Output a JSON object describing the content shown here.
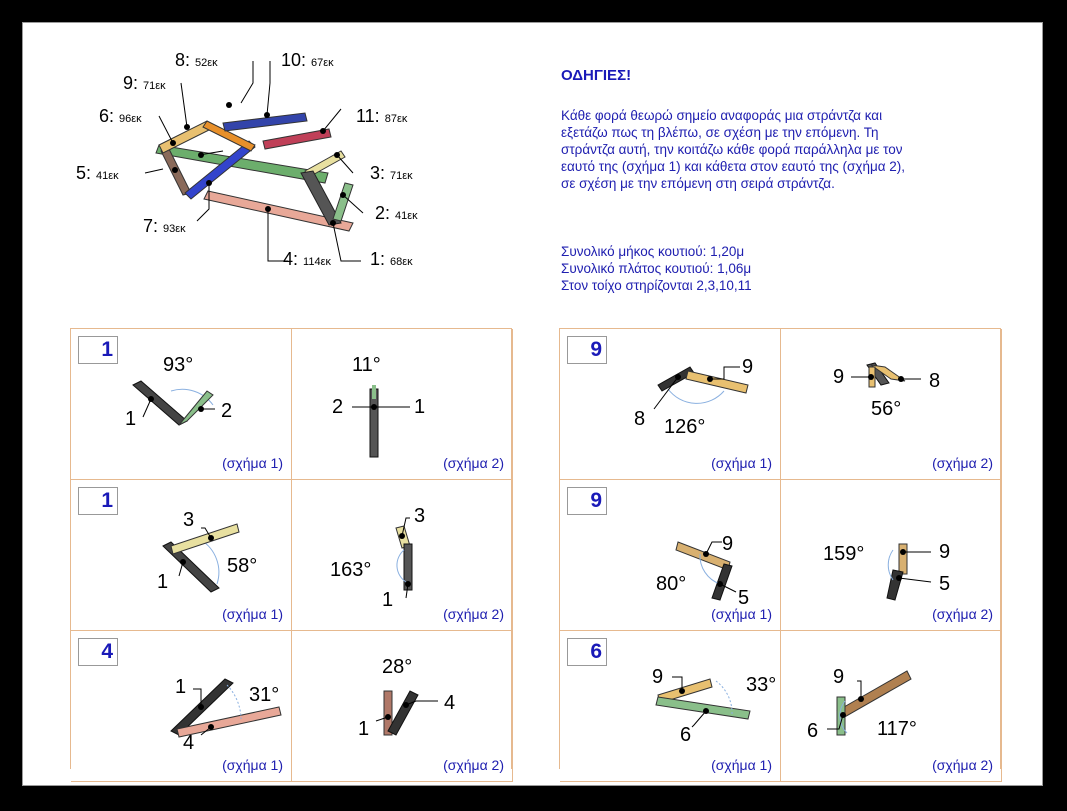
{
  "instructions": {
    "title": "ΟΔΗΓΙΕΣ!",
    "lines": [
      "Κάθε φορά θεωρώ σημείο αναφοράς μια στράντζα και",
      "εξετάζω πως τη βλέπω, σε σχέση με την επόμενη.  Τη",
      "στράντζα αυτή, την κοιτάζω κάθε φορά παράλληλα με τον",
      "εαυτό της (σχήμα 1) και κάθετα στον εαυτό της (σχήμα 2),",
      "σε σχέση με την επόμενη στη σειρά στράντζα."
    ],
    "dims": [
      "Συνολικό μήκος κουτιού: 1,20μ",
      "Συνολικό πλάτος κουτιού: 1,06μ",
      "Στον τοίχο στηρίζονται 2,3,10,11"
    ]
  },
  "overview": {
    "labels": [
      {
        "num": "8:",
        "len": "52εκ"
      },
      {
        "num": "10:",
        "len": "67εκ"
      },
      {
        "num": "9:",
        "len": "71εκ"
      },
      {
        "num": "6:",
        "len": "96εκ"
      },
      {
        "num": "11:",
        "len": "87εκ"
      },
      {
        "num": "5:",
        "len": "41εκ"
      },
      {
        "num": "3:",
        "len": "71εκ"
      },
      {
        "num": "2:",
        "len": "41εκ"
      },
      {
        "num": "7:",
        "len": "93εκ"
      },
      {
        "num": "4:",
        "len": "114εκ"
      },
      {
        "num": "1:",
        "len": "68εκ"
      }
    ]
  },
  "fig_caption_1": "(σχήμα 1)",
  "fig_caption_2": "(σχήμα 2)",
  "left_rows": [
    {
      "num": "1",
      "f1": {
        "angle": "93°",
        "a": "1",
        "b": "2"
      },
      "f2": {
        "angle": "11°",
        "a": "2",
        "b": "1"
      }
    },
    {
      "num": "1",
      "f1": {
        "angle": "58°",
        "a": "3",
        "b": "1"
      },
      "f2": {
        "angle": "163°",
        "a": "3",
        "b": "1"
      }
    },
    {
      "num": "4",
      "f1": {
        "angle": "31°",
        "a": "1",
        "b": "4"
      },
      "f2": {
        "angle": "28°",
        "a": "1",
        "b": "4"
      }
    }
  ],
  "right_rows": [
    {
      "num": "9",
      "f1": {
        "angle": "126°",
        "a": "9",
        "b": "8"
      },
      "f2": {
        "angle": "56°",
        "a": "9",
        "b": "8"
      }
    },
    {
      "num": "9",
      "f1": {
        "angle": "80°",
        "a": "9",
        "b": "5"
      },
      "f2": {
        "angle": "159°",
        "a": "9",
        "b": "5"
      }
    },
    {
      "num": "6",
      "f1": {
        "angle": "33°",
        "a": "9",
        "b": "6"
      },
      "f2": {
        "angle": "117°",
        "a": "9",
        "b": "6"
      }
    }
  ]
}
